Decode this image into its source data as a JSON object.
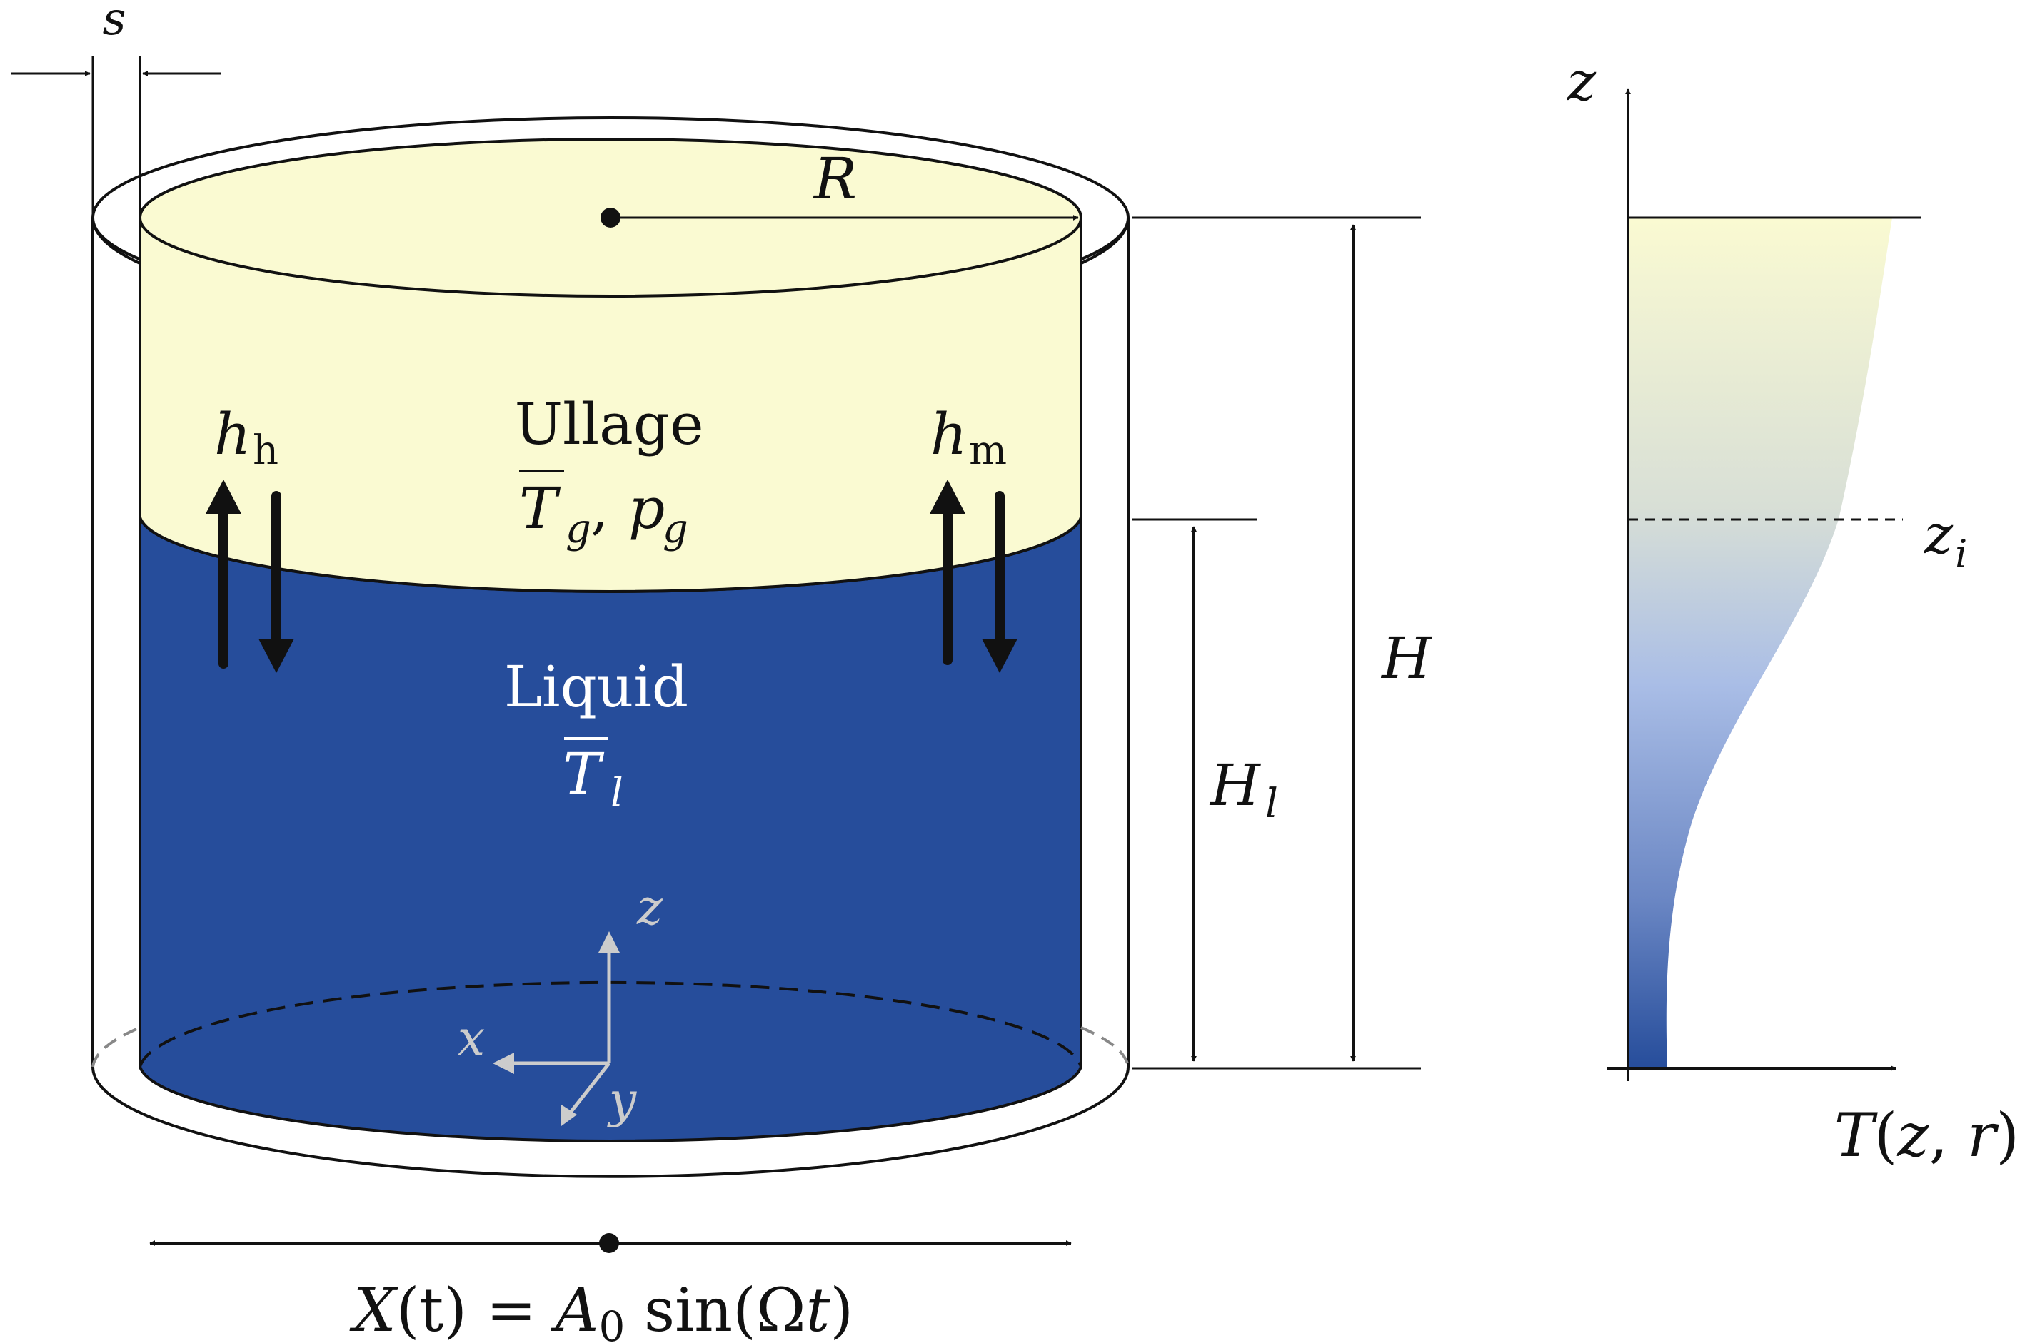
{
  "labels": {
    "s": "s",
    "R": "R",
    "ullage": "Ullage",
    "Tg": "T",
    "Tg_sub": "g",
    "comma": ",",
    "pg": "p",
    "pg_sub": "g",
    "h_h": "h",
    "h_h_sub": "h",
    "h_m": "h",
    "h_m_sub": "m",
    "liquid": "Liquid",
    "Tl": "T",
    "Tl_sub": "l",
    "H": "H",
    "Hl": "H",
    "Hl_sub": "l",
    "axis_z": "z",
    "axis_x": "x",
    "axis_y": "y",
    "motion_X": "X",
    "motion_t1": "(t) = ",
    "motion_A": "A",
    "motion_A_sub": "0",
    "motion_sin": " sin(Ω",
    "motion_t2": "t",
    "motion_close": ")",
    "plot_z": "z",
    "plot_zi": "z",
    "plot_zi_sub": "i",
    "plot_T": "T",
    "plot_T_args_open": "(",
    "plot_T_z": "z",
    "plot_T_comma": ", ",
    "plot_T_r": "r",
    "plot_T_close": ")"
  },
  "colors": {
    "ullage": "#fafad2",
    "liquid": "#264d9b",
    "outline": "#111111",
    "coord_axes": "#cccccc",
    "liquid_text": "#ffffff"
  }
}
